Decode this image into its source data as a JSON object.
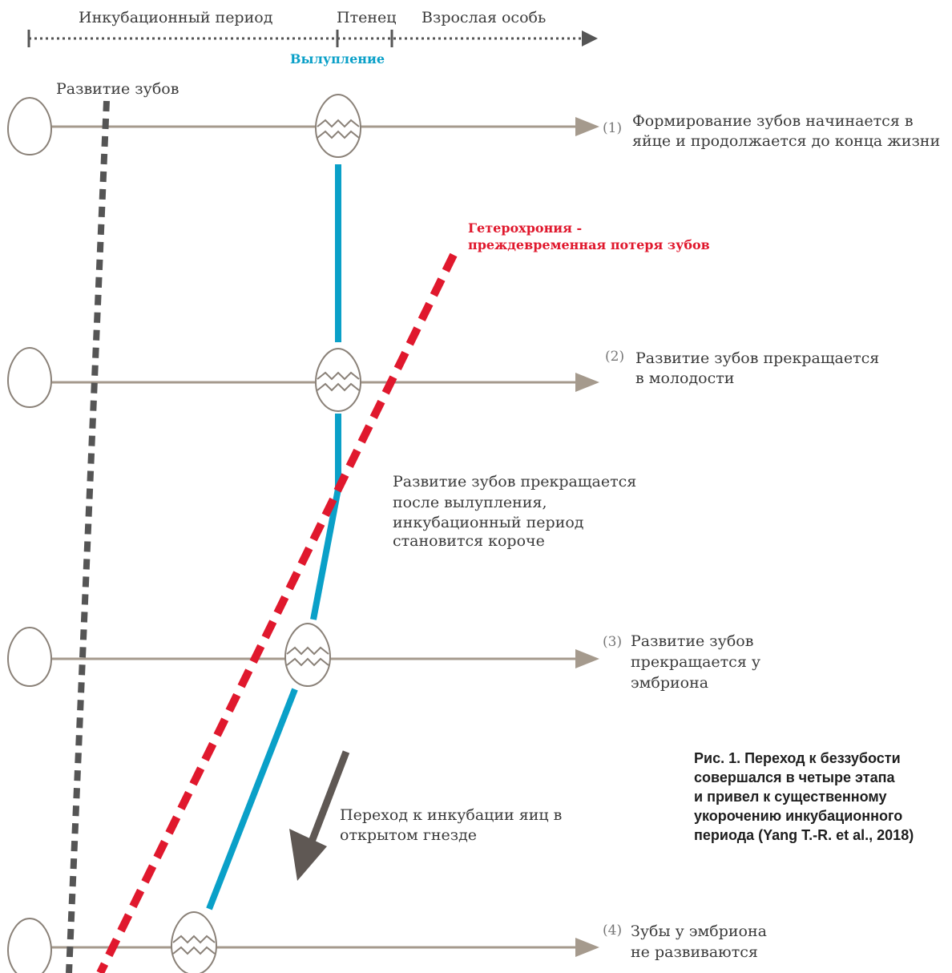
{
  "colors": {
    "line": "#a59a8d",
    "arrow_head": "#a59a8d",
    "egg_stroke": "#8a8178",
    "timeline": "#555555",
    "dashed_gray": "#555555",
    "hatch_line": "#0aa0c8",
    "hetero_line": "#e0182d",
    "big_arrow": "#5f5854",
    "text": "#3b3b3b",
    "caption": "#1e1e1e"
  },
  "timeline": {
    "incubation": "Инкубационный период",
    "chick": "Птенец",
    "adult": "Взрослая особь",
    "hatching": "Вылупление"
  },
  "tooth_dev_label": "Развитие зубов",
  "heterochrony": {
    "line1": "Гетерохрония -",
    "line2": "преждевременная потеря зубов"
  },
  "stages": [
    {
      "number": "(1)",
      "lines": [
        "Формирование зубов начинается в",
        "яйце и продолжается до конца жизни"
      ]
    },
    {
      "number": "(2)",
      "lines": [
        "Развитие зубов прекращается",
        "в молодости"
      ]
    },
    {
      "number": "(3)",
      "lines": [
        "Развитие зубов",
        "прекращается у",
        "эмбриона"
      ]
    },
    {
      "number": "(4)",
      "lines": [
        "Зубы у эмбриона",
        "не развиваются"
      ]
    }
  ],
  "middle_note": {
    "lines": [
      "Развитие зубов прекращается",
      "после вылупления,",
      "инкубационный период",
      "становится короче"
    ]
  },
  "transition_note": {
    "lines": [
      "Переход к инкубации яиц в",
      "открытом гнезде"
    ]
  },
  "caption": {
    "lines": [
      "Рис. 1. Переход к беззубости",
      "совершался в четыре этапа",
      "и привел к существенному",
      "укорочению инкубационного",
      "периода (Yang T.-R. et al., 2018)"
    ]
  }
}
